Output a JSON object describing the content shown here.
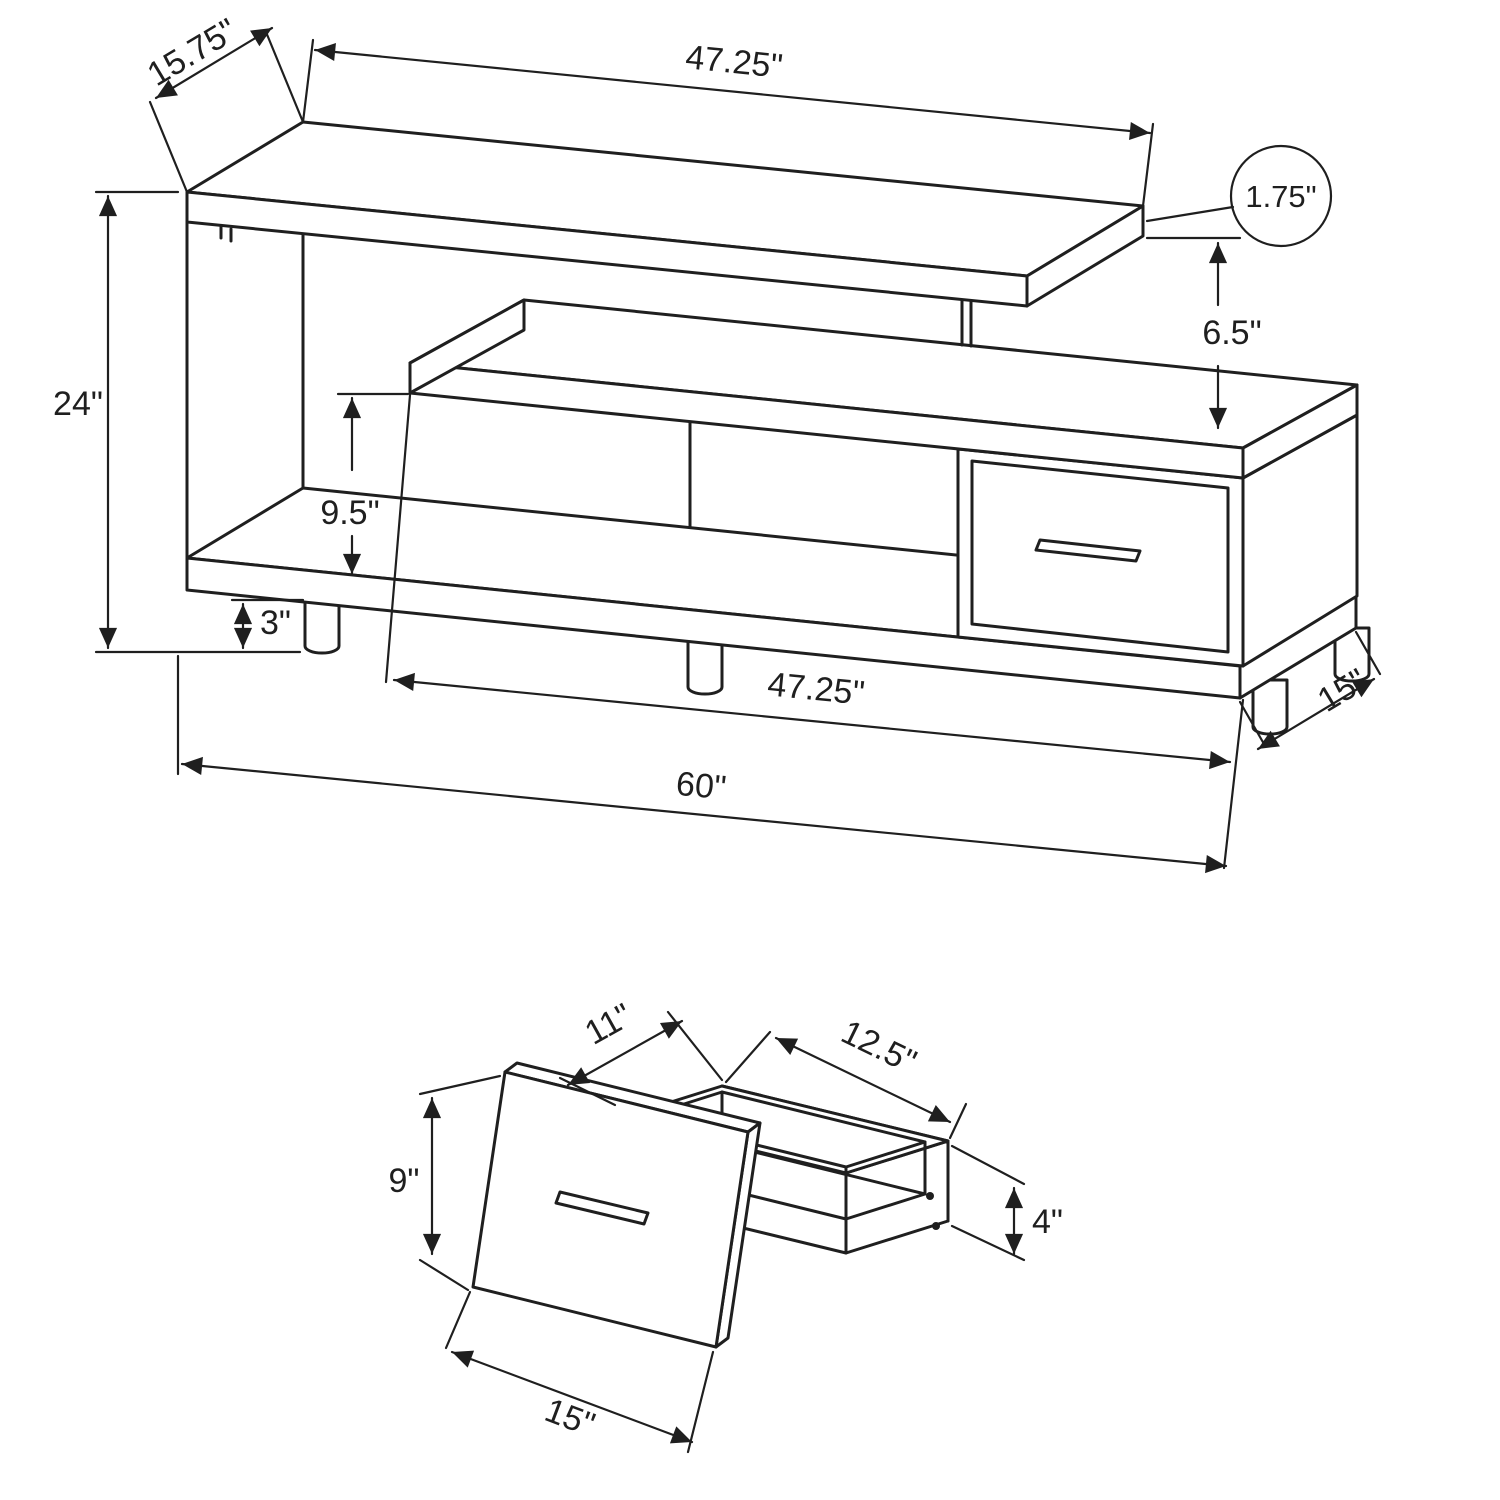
{
  "diagram": {
    "background": "#ffffff",
    "line_color": "#1f1f1f",
    "tv_stand": {
      "top_depth": "15.75\"",
      "top_width": "47.25\"",
      "top_thickness": "1.75\"",
      "shelf_gap": "6.5\"",
      "overall_height": "24\"",
      "opening_height": "9.5\"",
      "leg_height": "3\"",
      "base_width": "47.25\"",
      "depth": "15\"",
      "overall_width": "60\""
    },
    "drawer": {
      "inner_depth": "11\"",
      "inner_width": "12.5\"",
      "front_height": "9\"",
      "side_height": "4\"",
      "front_width": "15\""
    }
  }
}
